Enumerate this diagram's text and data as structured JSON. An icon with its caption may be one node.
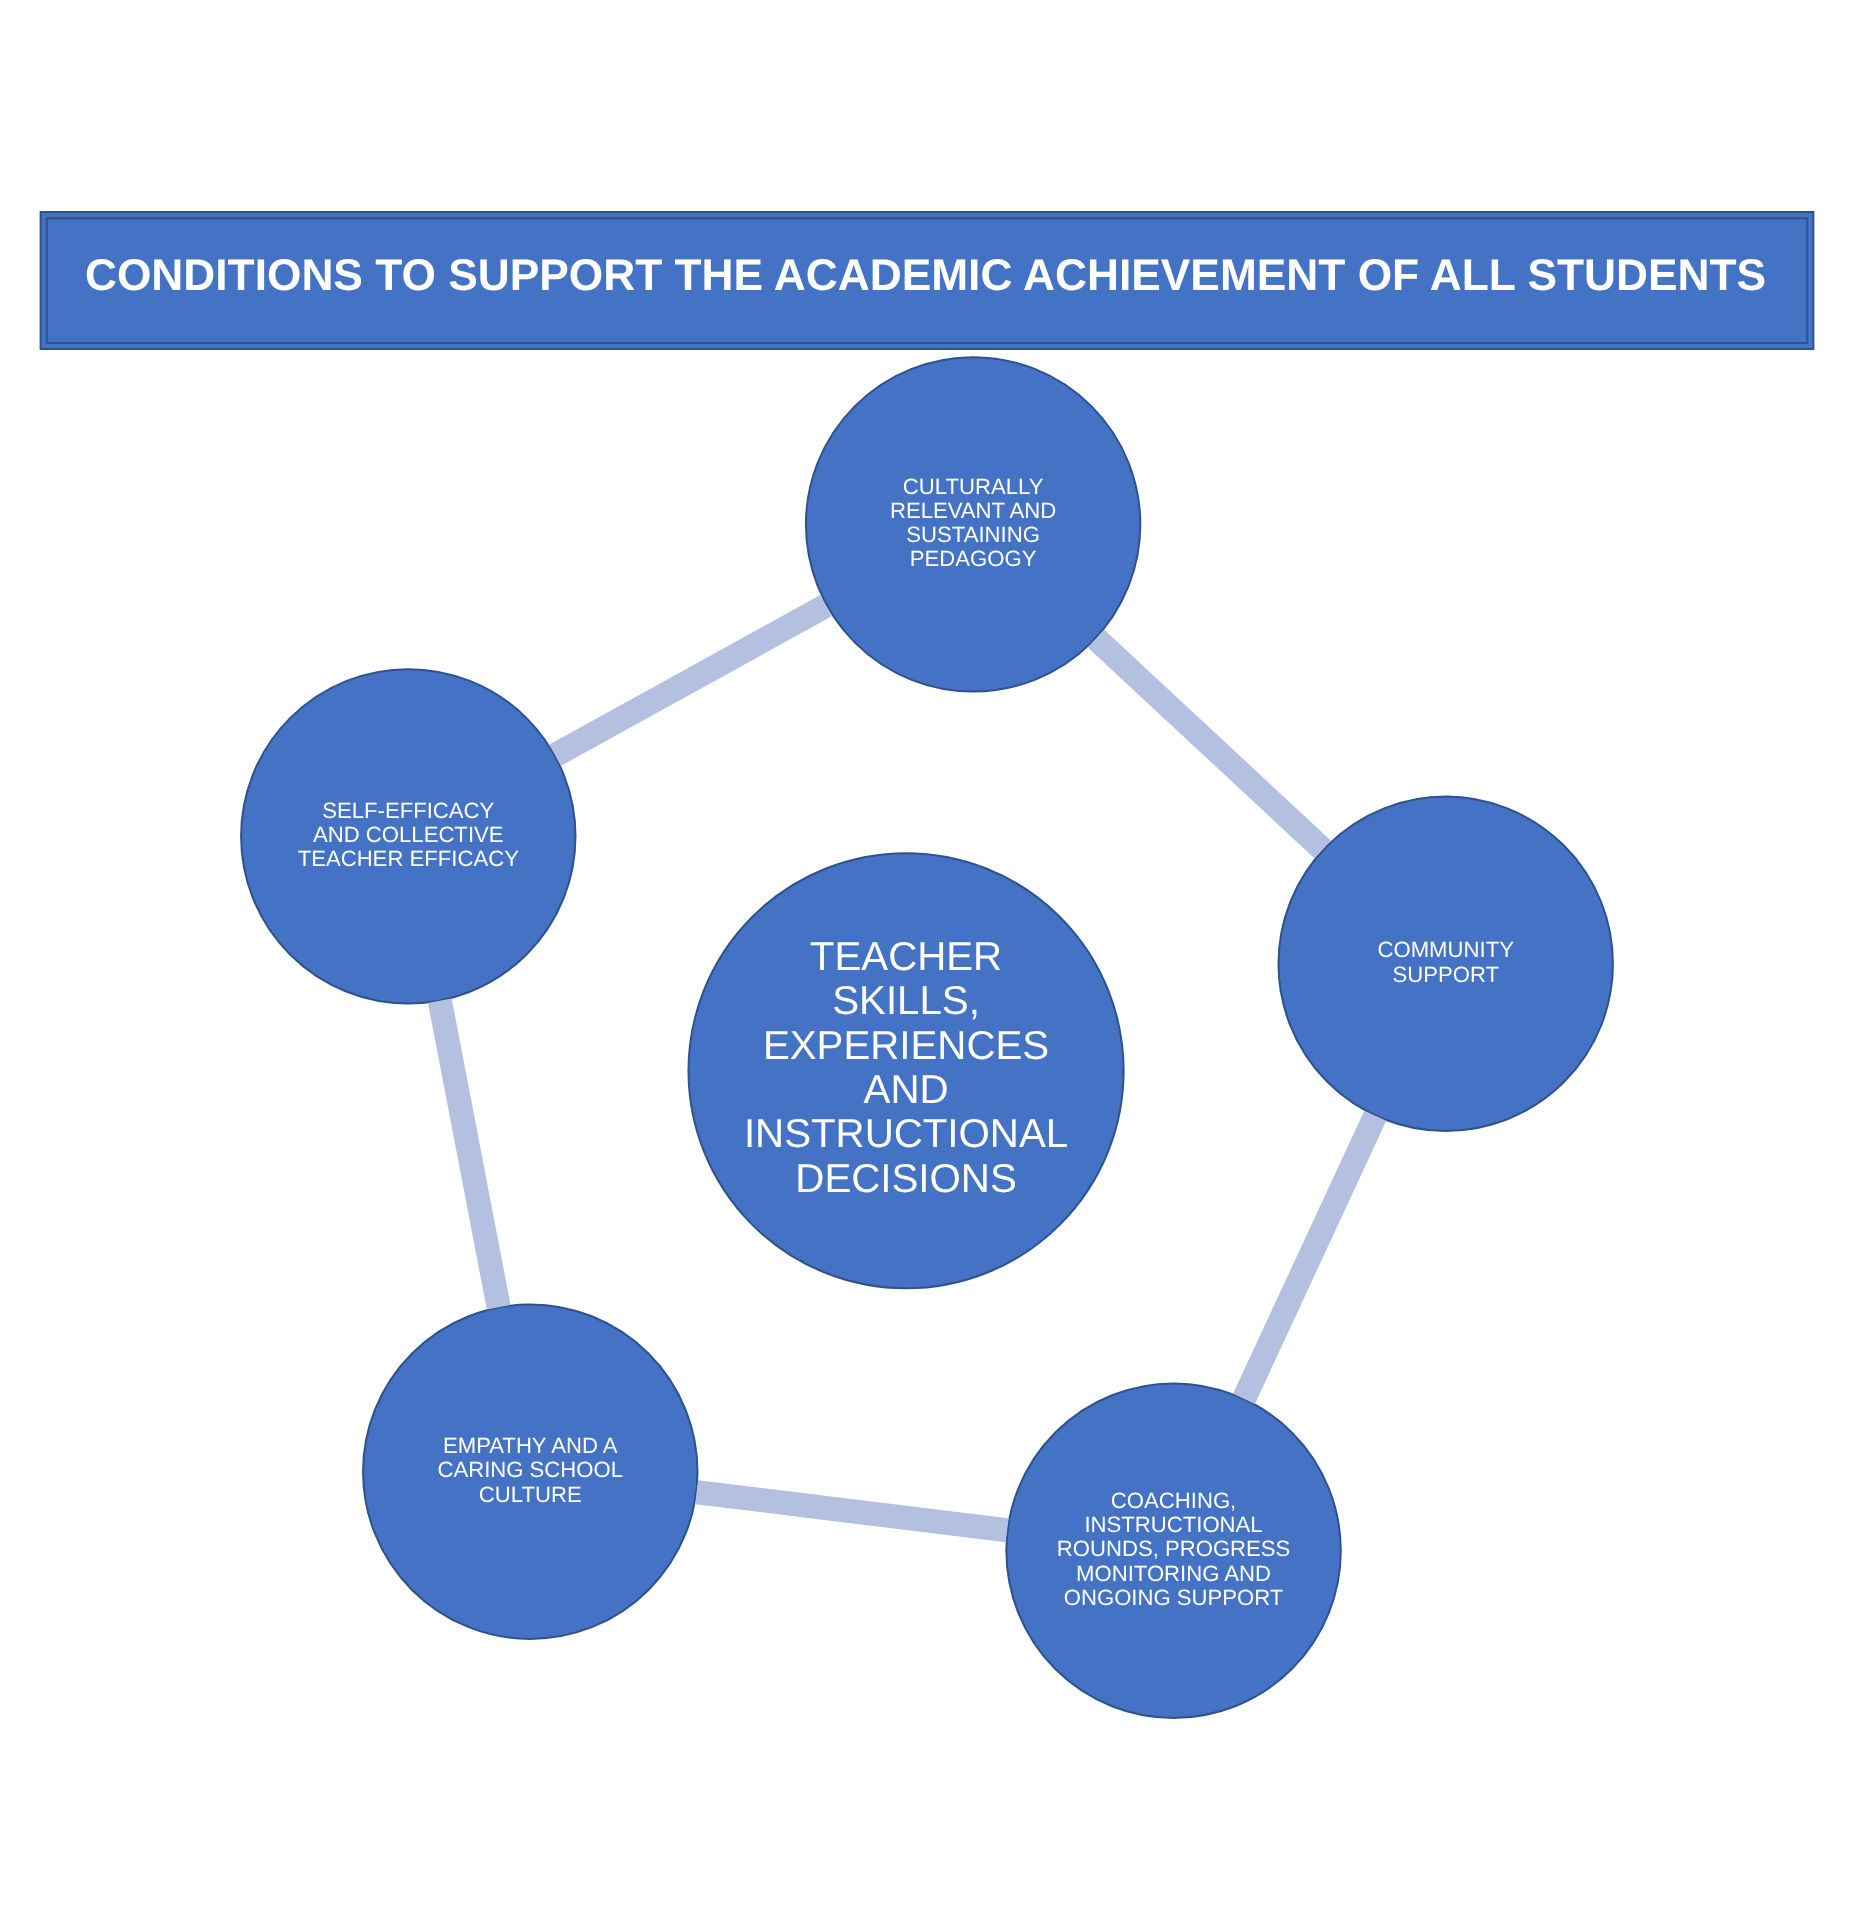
{
  "diagram": {
    "title": "CONDITIONS TO SUPPORT THE ACADEMIC ACHIEVEMENT OF ALL STUDENTS",
    "nodes": [
      {
        "text": [
          "EMPATHY AND A CARING SCHOOL CULTURE"
        ]
      },
      {
        "text": [
          "COACHING, INSTRUCTIONAL ROUNDS, PROGRESS MONITORING AND ONGOING SUPPORT"
        ]
      },
      {
        "text": [
          "TEACHER SKILLS, EXPERIENCES AND INSTRUCTIONAL DECISIONS"
        ]
      },
      {
        "text": [
          "SELF-EFFICACY AND COLLECTIVE TEACHER EFFICACY"
        ]
      },
      {
        "text": [
          "COMMUNITY SUPPORT"
        ]
      },
      {
        "text": [
          "CULTURALLY RELEVANT AND SUSTAINING PEDAGOGY"
        ]
      }
    ],
    "edges": [
      {
        "from": 0,
        "to": 3,
        "arrow": "none"
      },
      {
        "from": 3,
        "to": 5,
        "arrow": "none"
      },
      {
        "from": 5,
        "to": 4,
        "arrow": "none"
      },
      {
        "from": 4,
        "to": 1,
        "arrow": "none"
      },
      {
        "from": 1,
        "to": 0,
        "arrow": "none"
      }
    ]
  }
}
